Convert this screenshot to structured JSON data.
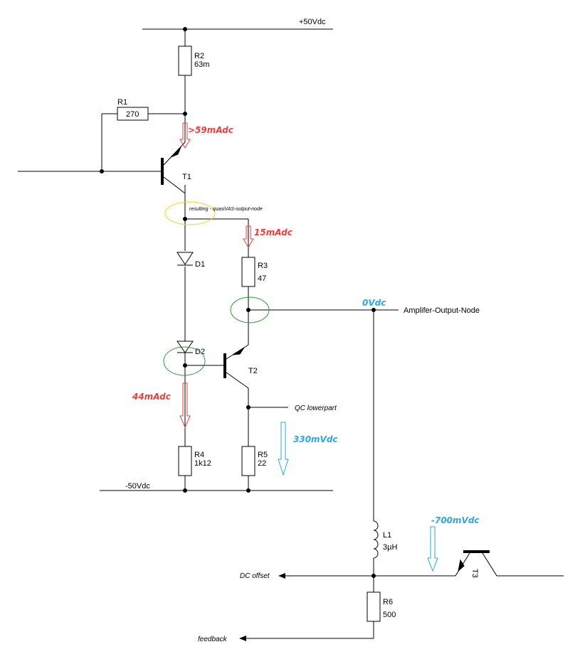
{
  "supplies": {
    "positive": "+50Vdc",
    "negative": "-50Vdc"
  },
  "components": {
    "R1": {
      "name": "R1",
      "value": "270"
    },
    "R2": {
      "name": "R2",
      "value": "63m"
    },
    "R3": {
      "name": "R3",
      "value": "47"
    },
    "R4": {
      "name": "R4",
      "value": "1k12"
    },
    "R5": {
      "name": "R5",
      "value": "22"
    },
    "R6": {
      "name": "R6",
      "value": "500"
    },
    "L1": {
      "name": "L1",
      "value": "3µH"
    },
    "D1": {
      "name": "D1"
    },
    "D2": {
      "name": "D2"
    },
    "T1": {
      "name": "T1"
    },
    "T2": {
      "name": "T2"
    },
    "T3": {
      "name": "T3"
    }
  },
  "node_labels": {
    "quasi_vas": "resulting - quasiVAS-output-node",
    "amp_output": "Amplifer-Output-Node",
    "qc_lower": "QC lowerpart",
    "dc_offset": "DC offset",
    "feedback": "feedback"
  },
  "annotations": {
    "i_t1": ">59mAdc",
    "i_r3": "15mAdc",
    "i_r4": "44mAdc",
    "v_out": "0Vdc",
    "v_r5": "330mVdc",
    "v_t3": "-700mVdc"
  },
  "colors": {
    "current_arrow": "#e8403c",
    "voltage_arrow": "#2aa8e0",
    "highlight_yellow": "#f4d21f",
    "highlight_green": "#2a9a3c"
  }
}
